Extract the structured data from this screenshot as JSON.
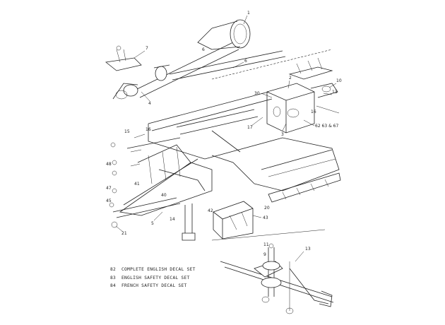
{
  "diagram": {
    "callouts": {
      "c1": "1",
      "c7": "7",
      "c6a": "6",
      "c6b": "6",
      "c4": "4",
      "c2": "2",
      "c10": "10",
      "c13": "13",
      "c30": "30",
      "c17": "17",
      "c16": "16",
      "c3": "3",
      "c82": "62 63 & 67",
      "c42": "42",
      "c15": "15",
      "c16b": "16",
      "c48": "48",
      "c47": "47",
      "c45": "45",
      "c41": "41",
      "c40": "40",
      "c21": "21",
      "c5": "5",
      "c14": "14",
      "c43": "43",
      "c20": "20",
      "c11": "11",
      "c9": "9",
      "c13b": "13"
    }
  },
  "legend": {
    "rows": [
      {
        "num": "82",
        "text": "COMPLETE ENGLISH DECAL SET"
      },
      {
        "num": "83",
        "text": "ENGLISH SAFETY DECAL SET"
      },
      {
        "num": "84",
        "text": "FRENCH SAFETY DECAL SET"
      }
    ]
  }
}
